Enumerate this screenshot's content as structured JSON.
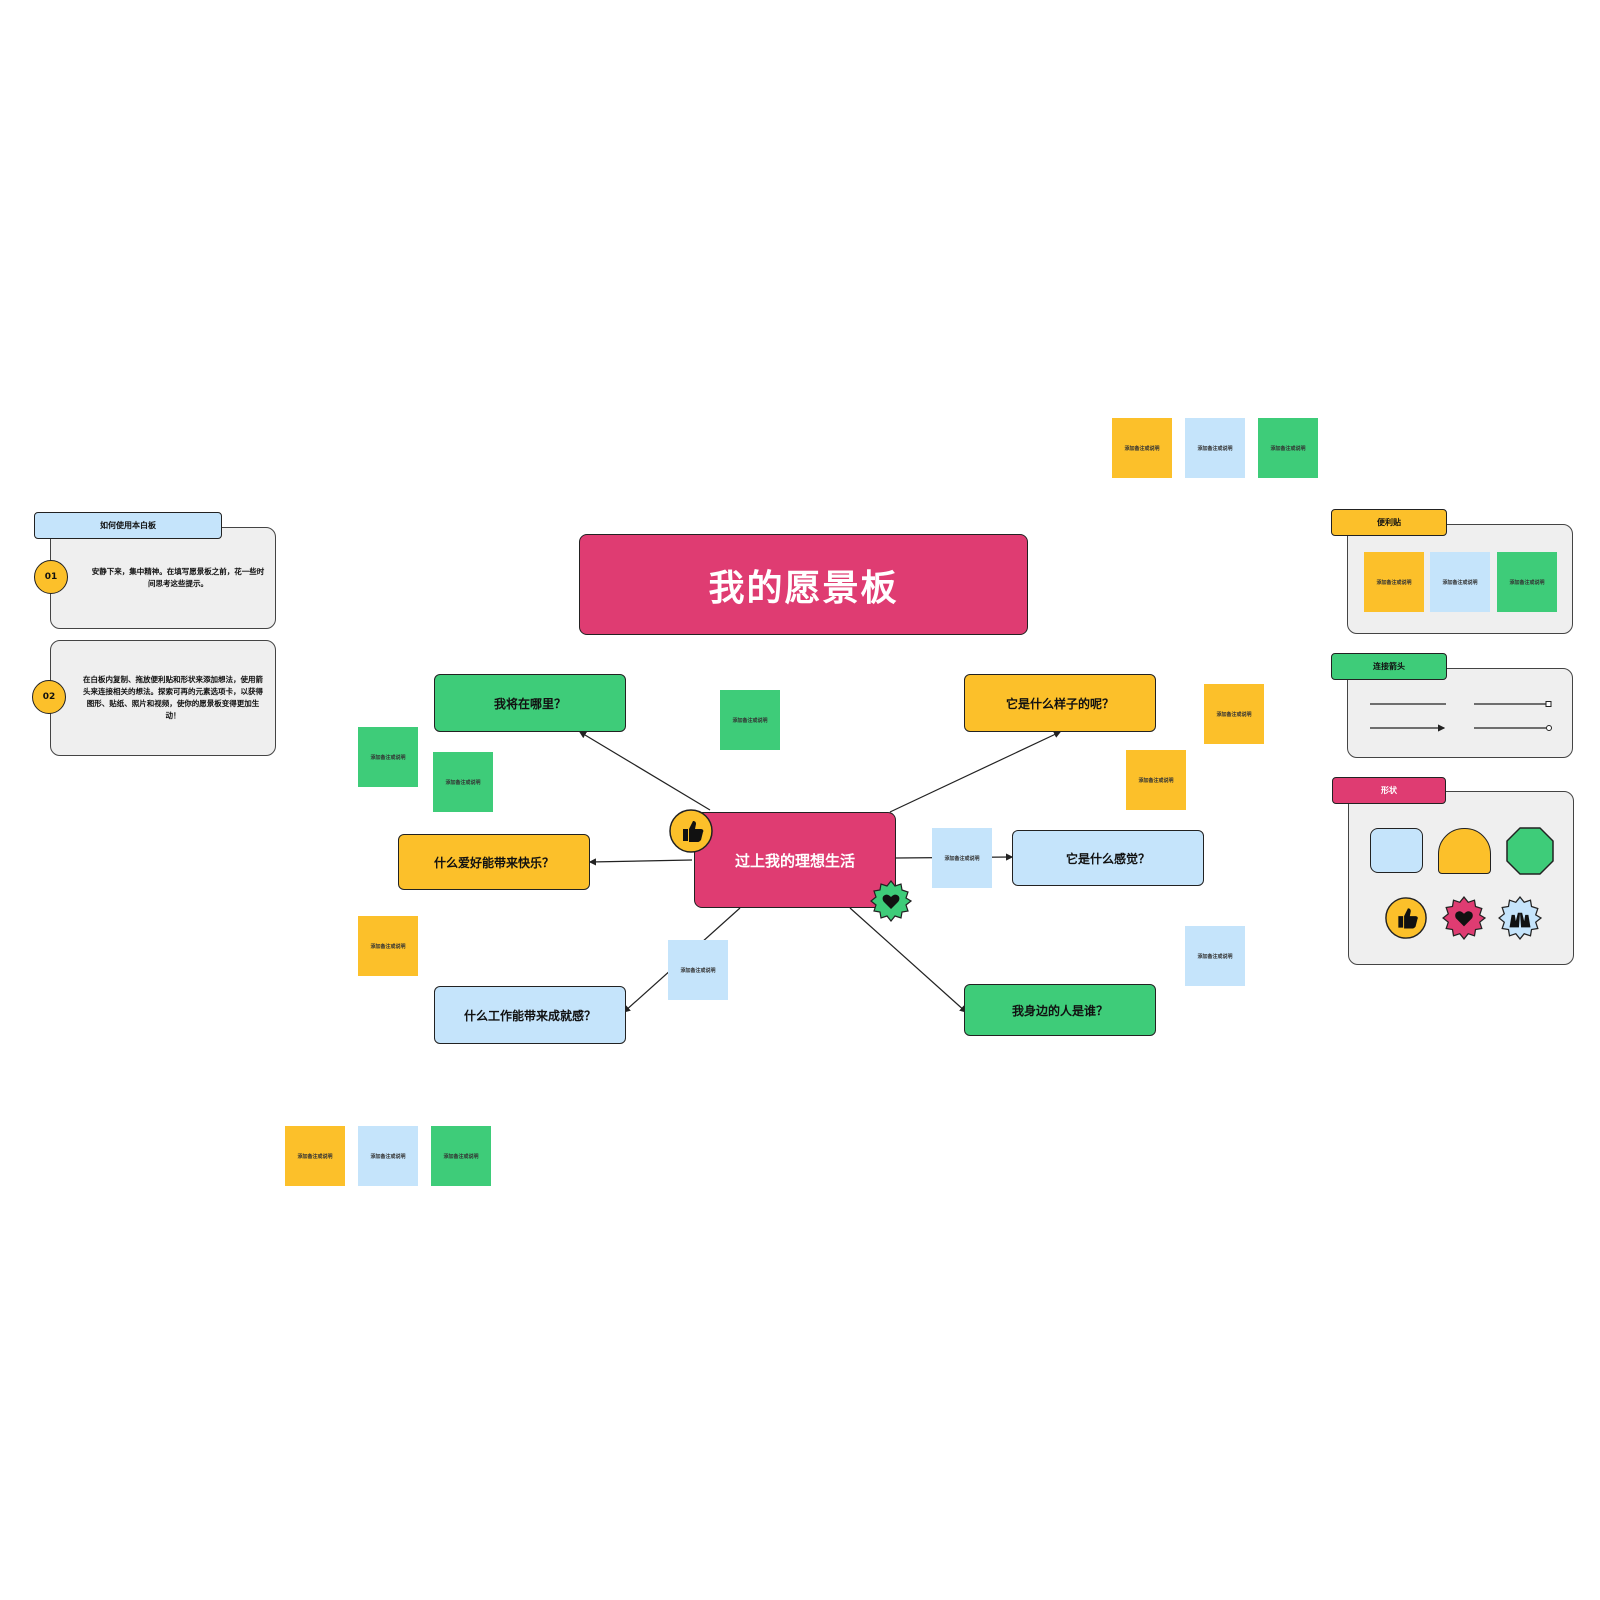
{
  "board": {
    "title": "我的愿景板",
    "center": "过上我的理想生活",
    "nodes": {
      "where": "我将在哪里？",
      "look": "它是什么样子的呢？",
      "hobby": "什么爱好能带来快乐？",
      "feel": "它是什么感觉？",
      "work": "什么工作能带来成就感？",
      "people": "我身边的人是谁？"
    },
    "sticky_text": "添加备注或说明"
  },
  "howto": {
    "tag": "如何使用本白板",
    "step1_num": "01",
    "step1_text": "安静下来，集中精神。在填写愿景板之前，花一些时间思考这些提示。",
    "step2_num": "02",
    "step2_text": "在白板内复制、拖放便利贴和形状来添加想法，使用箭头来连接相关的想法。探索可再的元素选项卡，以获得图形、贴纸、照片和视频，使你的愿景板变得更加生动！"
  },
  "library": {
    "stickies_tag": "便利贴",
    "connectors_tag": "连接箭头",
    "shapes_tag": "形状"
  },
  "colors": {
    "pink": "#df3c72",
    "green": "#3ecc79",
    "yellow": "#fcc02a",
    "blue": "#c5e4fb",
    "gray": "#efefef"
  },
  "icons": [
    "thumbs-up-icon",
    "heart-icon",
    "raised-hands-icon"
  ]
}
